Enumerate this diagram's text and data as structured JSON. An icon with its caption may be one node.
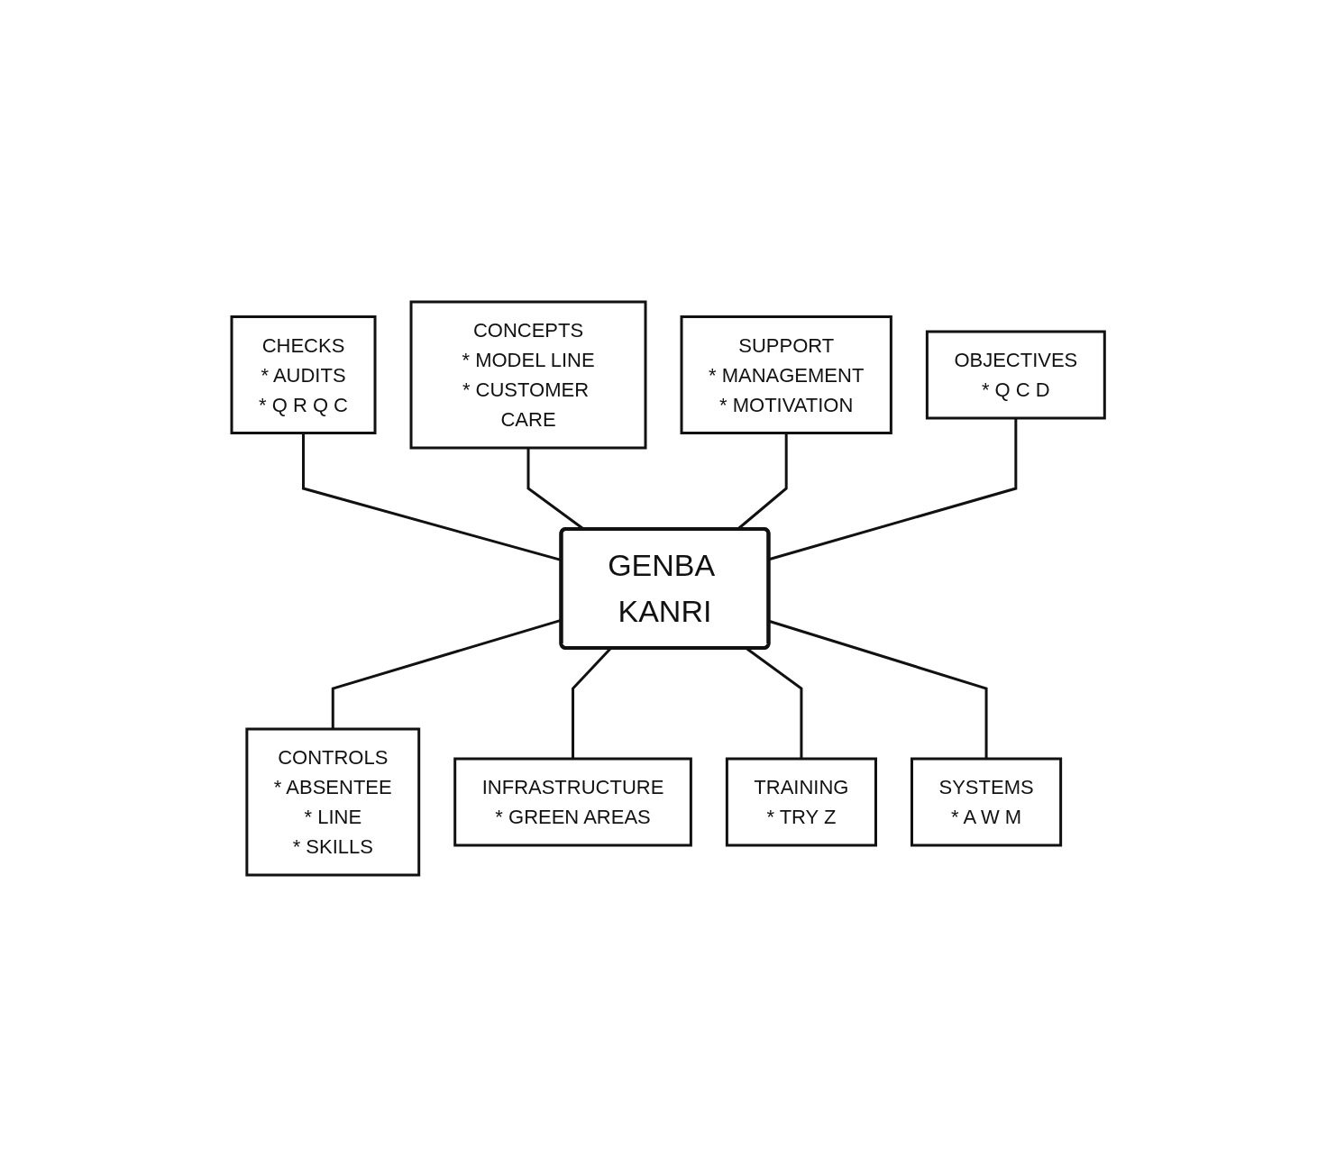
{
  "diagram": {
    "nodes": [
      {
        "text": [
          "GENBA KANRI"
        ]
      },
      {
        "text": [
          "SUPPORT",
          "* MANAGEMENT",
          "* MOTIVATION"
        ]
      },
      {
        "text": [
          "CONCEPTS",
          "* MODEL LINE",
          "* CUSTOMER CARE"
        ]
      },
      {
        "text": [
          "OBJECTIVES",
          "* Q C D"
        ]
      },
      {
        "text": [
          "CHECKS",
          "* AUDITS",
          "* Q R Q C"
        ]
      },
      {
        "text": [
          "SYSTEMS",
          "* A W M"
        ]
      },
      {
        "text": [
          "CONTROLS",
          "* ABSENTEE",
          "* LINE",
          "* SKILLS"
        ]
      },
      {
        "text": [
          "TRAINING",
          "* TRY Z"
        ]
      },
      {
        "text": [
          "INFRASTRUCTURE",
          "* GREEN AREAS"
        ]
      }
    ],
    "edges": [
      {
        "from": 4,
        "to": 0,
        "arrow": "none"
      },
      {
        "from": 2,
        "to": 0,
        "arrow": "none"
      },
      {
        "from": 1,
        "to": 0,
        "arrow": "none"
      },
      {
        "from": 3,
        "to": 0,
        "arrow": "none"
      },
      {
        "from": 0,
        "to": 6,
        "arrow": "none"
      },
      {
        "from": 0,
        "to": 8,
        "arrow": "none"
      },
      {
        "from": 0,
        "to": 7,
        "arrow": "none"
      },
      {
        "from": 0,
        "to": 5,
        "arrow": "none"
      }
    ]
  }
}
